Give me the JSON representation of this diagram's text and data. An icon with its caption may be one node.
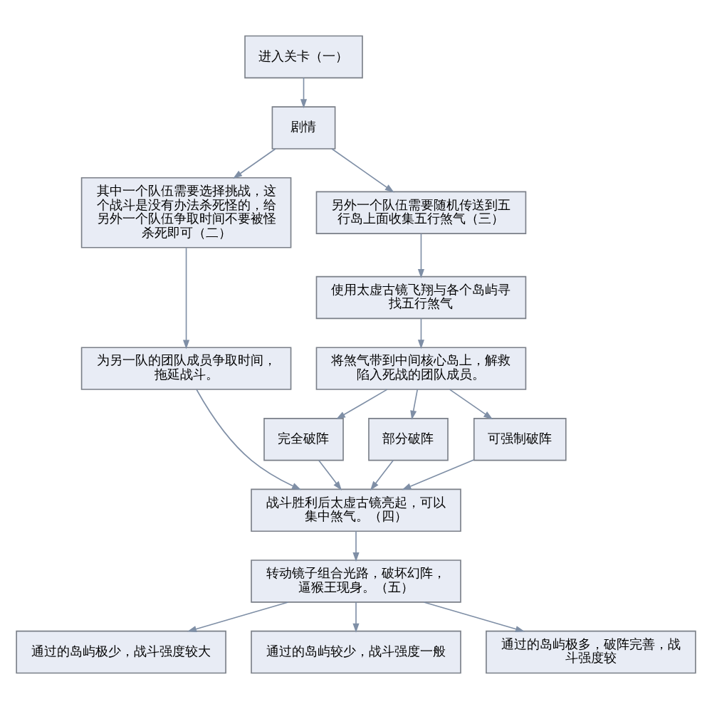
{
  "diagram": {
    "nodes": [
      {
        "text": [
          "进入关卡（一）"
        ]
      },
      {
        "text": [
          "剧情"
        ]
      },
      {
        "text": [
          "其中一个队伍需要选择挑战，这个战斗是没有办法杀死怪的，给另外一个队伍争取时间不要被怪杀死即可（二）"
        ]
      },
      {
        "text": [
          "为另一队的团队成员争取时间，拖延战斗。"
        ]
      },
      {
        "text": [
          "另外一个队伍需要随机传送到五行岛上面收集五行煞气（三）"
        ]
      },
      {
        "text": [
          "使用太虚古镜飞翔与各个岛屿寻找五行煞气"
        ]
      },
      {
        "text": [
          "将煞气带到中间核心岛上，解救陷入死战的团队成员。"
        ]
      },
      {
        "text": [
          "完全破阵"
        ]
      },
      {
        "text": [
          "部分破阵"
        ]
      },
      {
        "text": [
          "可强制破阵"
        ]
      },
      {
        "text": [
          "战斗胜利后太虚古镜亮起，可以集中煞气。（四）"
        ]
      },
      {
        "text": [
          "转动镜子组合光路，破坏幻阵，逼猴王现身。（五）"
        ]
      },
      {
        "text": [
          "通过的岛屿极少，战斗强度较大"
        ]
      },
      {
        "text": [
          "通过的岛屿较少，战斗强度一般"
        ]
      },
      {
        "text": [
          "通过的岛屿极多，破阵完善，战斗强度较"
        ]
      }
    ],
    "edges": [
      {
        "from": 0,
        "to": 1,
        "arrow": "to"
      },
      {
        "from": 1,
        "to": 2,
        "arrow": "to"
      },
      {
        "from": 1,
        "to": 4,
        "arrow": "to"
      },
      {
        "from": 2,
        "to": 3,
        "arrow": "to"
      },
      {
        "from": 3,
        "to": 10,
        "arrow": "to"
      },
      {
        "from": 4,
        "to": 5,
        "arrow": "to"
      },
      {
        "from": 5,
        "to": 6,
        "arrow": "to"
      },
      {
        "from": 6,
        "to": 7,
        "arrow": "to"
      },
      {
        "from": 6,
        "to": 8,
        "arrow": "to"
      },
      {
        "from": 6,
        "to": 9,
        "arrow": "to"
      },
      {
        "from": 7,
        "to": 10,
        "arrow": "to"
      },
      {
        "from": 8,
        "to": 10,
        "arrow": "to"
      },
      {
        "from": 9,
        "to": 10,
        "arrow": "to"
      },
      {
        "from": 10,
        "to": 11,
        "arrow": "to"
      },
      {
        "from": 11,
        "to": 12,
        "arrow": "to"
      },
      {
        "from": 11,
        "to": 13,
        "arrow": "to"
      },
      {
        "from": 11,
        "to": 14,
        "arrow": "to"
      }
    ]
  }
}
